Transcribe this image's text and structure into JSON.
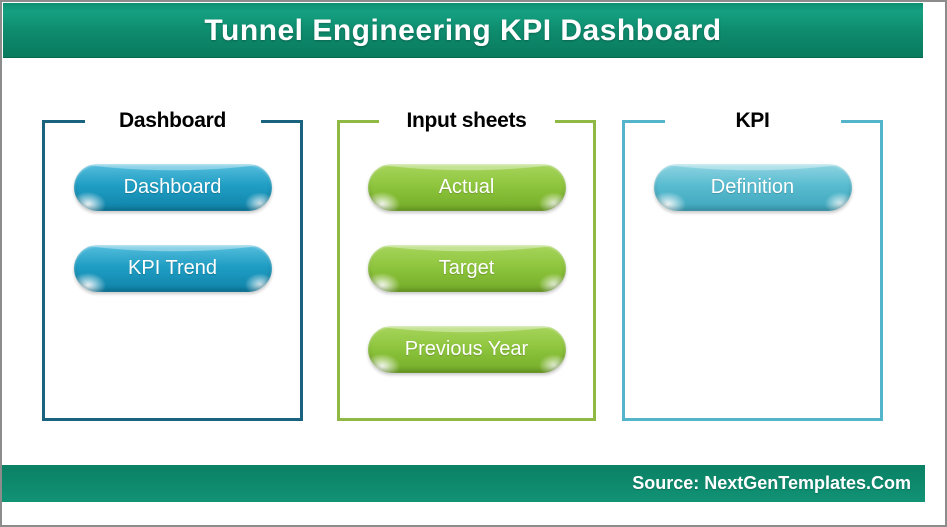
{
  "header": {
    "title": "Tunnel Engineering KPI Dashboard",
    "background": "#0e8a6c",
    "text_color": "#ffffff"
  },
  "sections": [
    {
      "heading": "Dashboard",
      "accent_color": "#1a637f",
      "button_color": "#209ec4",
      "buttons": [
        {
          "label": "Dashboard"
        },
        {
          "label": "KPI Trend"
        }
      ]
    },
    {
      "heading": "Input sheets",
      "accent_color": "#8fb844",
      "button_color": "#8fc63e",
      "buttons": [
        {
          "label": "Actual"
        },
        {
          "label": "Target"
        },
        {
          "label": "Previous Year"
        }
      ]
    },
    {
      "heading": "KPI",
      "accent_color": "#54b4c9",
      "button_color": "#59bcd0",
      "buttons": [
        {
          "label": "Definition"
        }
      ]
    }
  ],
  "footer": {
    "source": "Source: NextGenTemplates.Com",
    "background": "#0e8a6c",
    "text_color": "#ffffff"
  }
}
